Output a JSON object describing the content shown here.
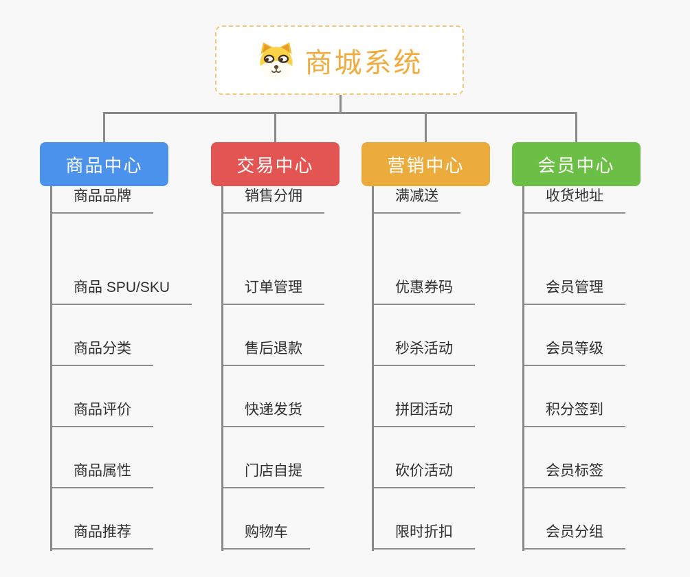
{
  "root": {
    "title": "商城系统",
    "icon": "shiba-dog-icon",
    "title_color": "#F0AC3E",
    "border_color": "#F3C878"
  },
  "connector_color": "#8A8A8A",
  "branches": [
    {
      "label": "商品中心",
      "color": "#4B92EC",
      "children": [
        "商品 SPU/SKU",
        "商品分类",
        "商品评价",
        "商品属性",
        "商品推荐",
        "商品品牌"
      ]
    },
    {
      "label": "交易中心",
      "color": "#E25553",
      "children": [
        "订单管理",
        "售后退款",
        "快递发货",
        "门店自提",
        "购物车",
        "销售分佣"
      ]
    },
    {
      "label": "营销中心",
      "color": "#EBAC3D",
      "children": [
        "优惠券码",
        "秒杀活动",
        "拼团活动",
        "砍价活动",
        "限时折扣",
        "满减送"
      ]
    },
    {
      "label": "会员中心",
      "color": "#6CBF45",
      "children": [
        "会员管理",
        "会员等级",
        "积分签到",
        "会员标签",
        "会员分组",
        "收货地址"
      ]
    }
  ]
}
